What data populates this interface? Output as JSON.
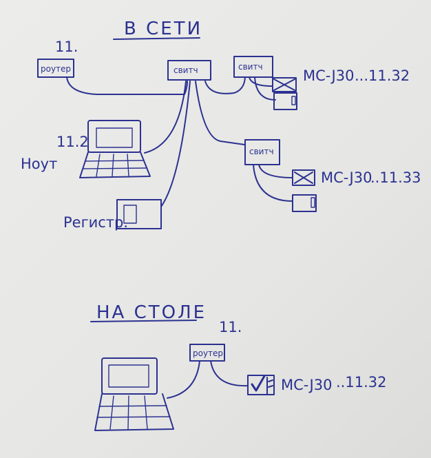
{
  "colors": {
    "ink": "#2b3190",
    "paper": "#e8e8e6"
  },
  "network_section": {
    "title": "В СЕТИ",
    "router": {
      "label": "роутер",
      "ip": "11."
    },
    "switch_main": {
      "label": "свитч"
    },
    "switch_right": {
      "label": "свитч"
    },
    "switch_lower": {
      "label": "свитч"
    },
    "device_1": {
      "model": "MC-J30",
      "ip": "...11.32"
    },
    "device_2": {
      "model": "MC-J30",
      "ip": "..11.33"
    },
    "laptop": {
      "label": "Ноут",
      "ip": "11.2"
    },
    "recorder": {
      "label": "Регистр."
    }
  },
  "desk_section": {
    "title": "НА СТОЛЕ",
    "router": {
      "label": "роутер",
      "ip": "11."
    },
    "device": {
      "model": "MC-J30",
      "ip": "..11.32"
    }
  }
}
